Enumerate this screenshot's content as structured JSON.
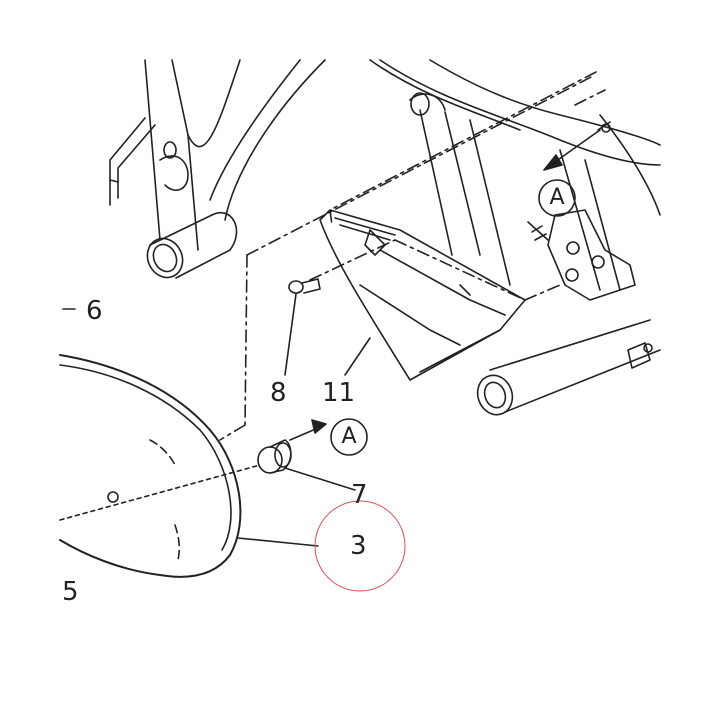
{
  "diagram": {
    "callouts": {
      "part_6": "6",
      "part_8": "8",
      "part_11": "11",
      "part_7": "7",
      "part_3": "3",
      "part_5": "5"
    },
    "reference_marker": "A",
    "colors": {
      "line": "#222222",
      "highlight_circle": "#d8505a"
    }
  }
}
